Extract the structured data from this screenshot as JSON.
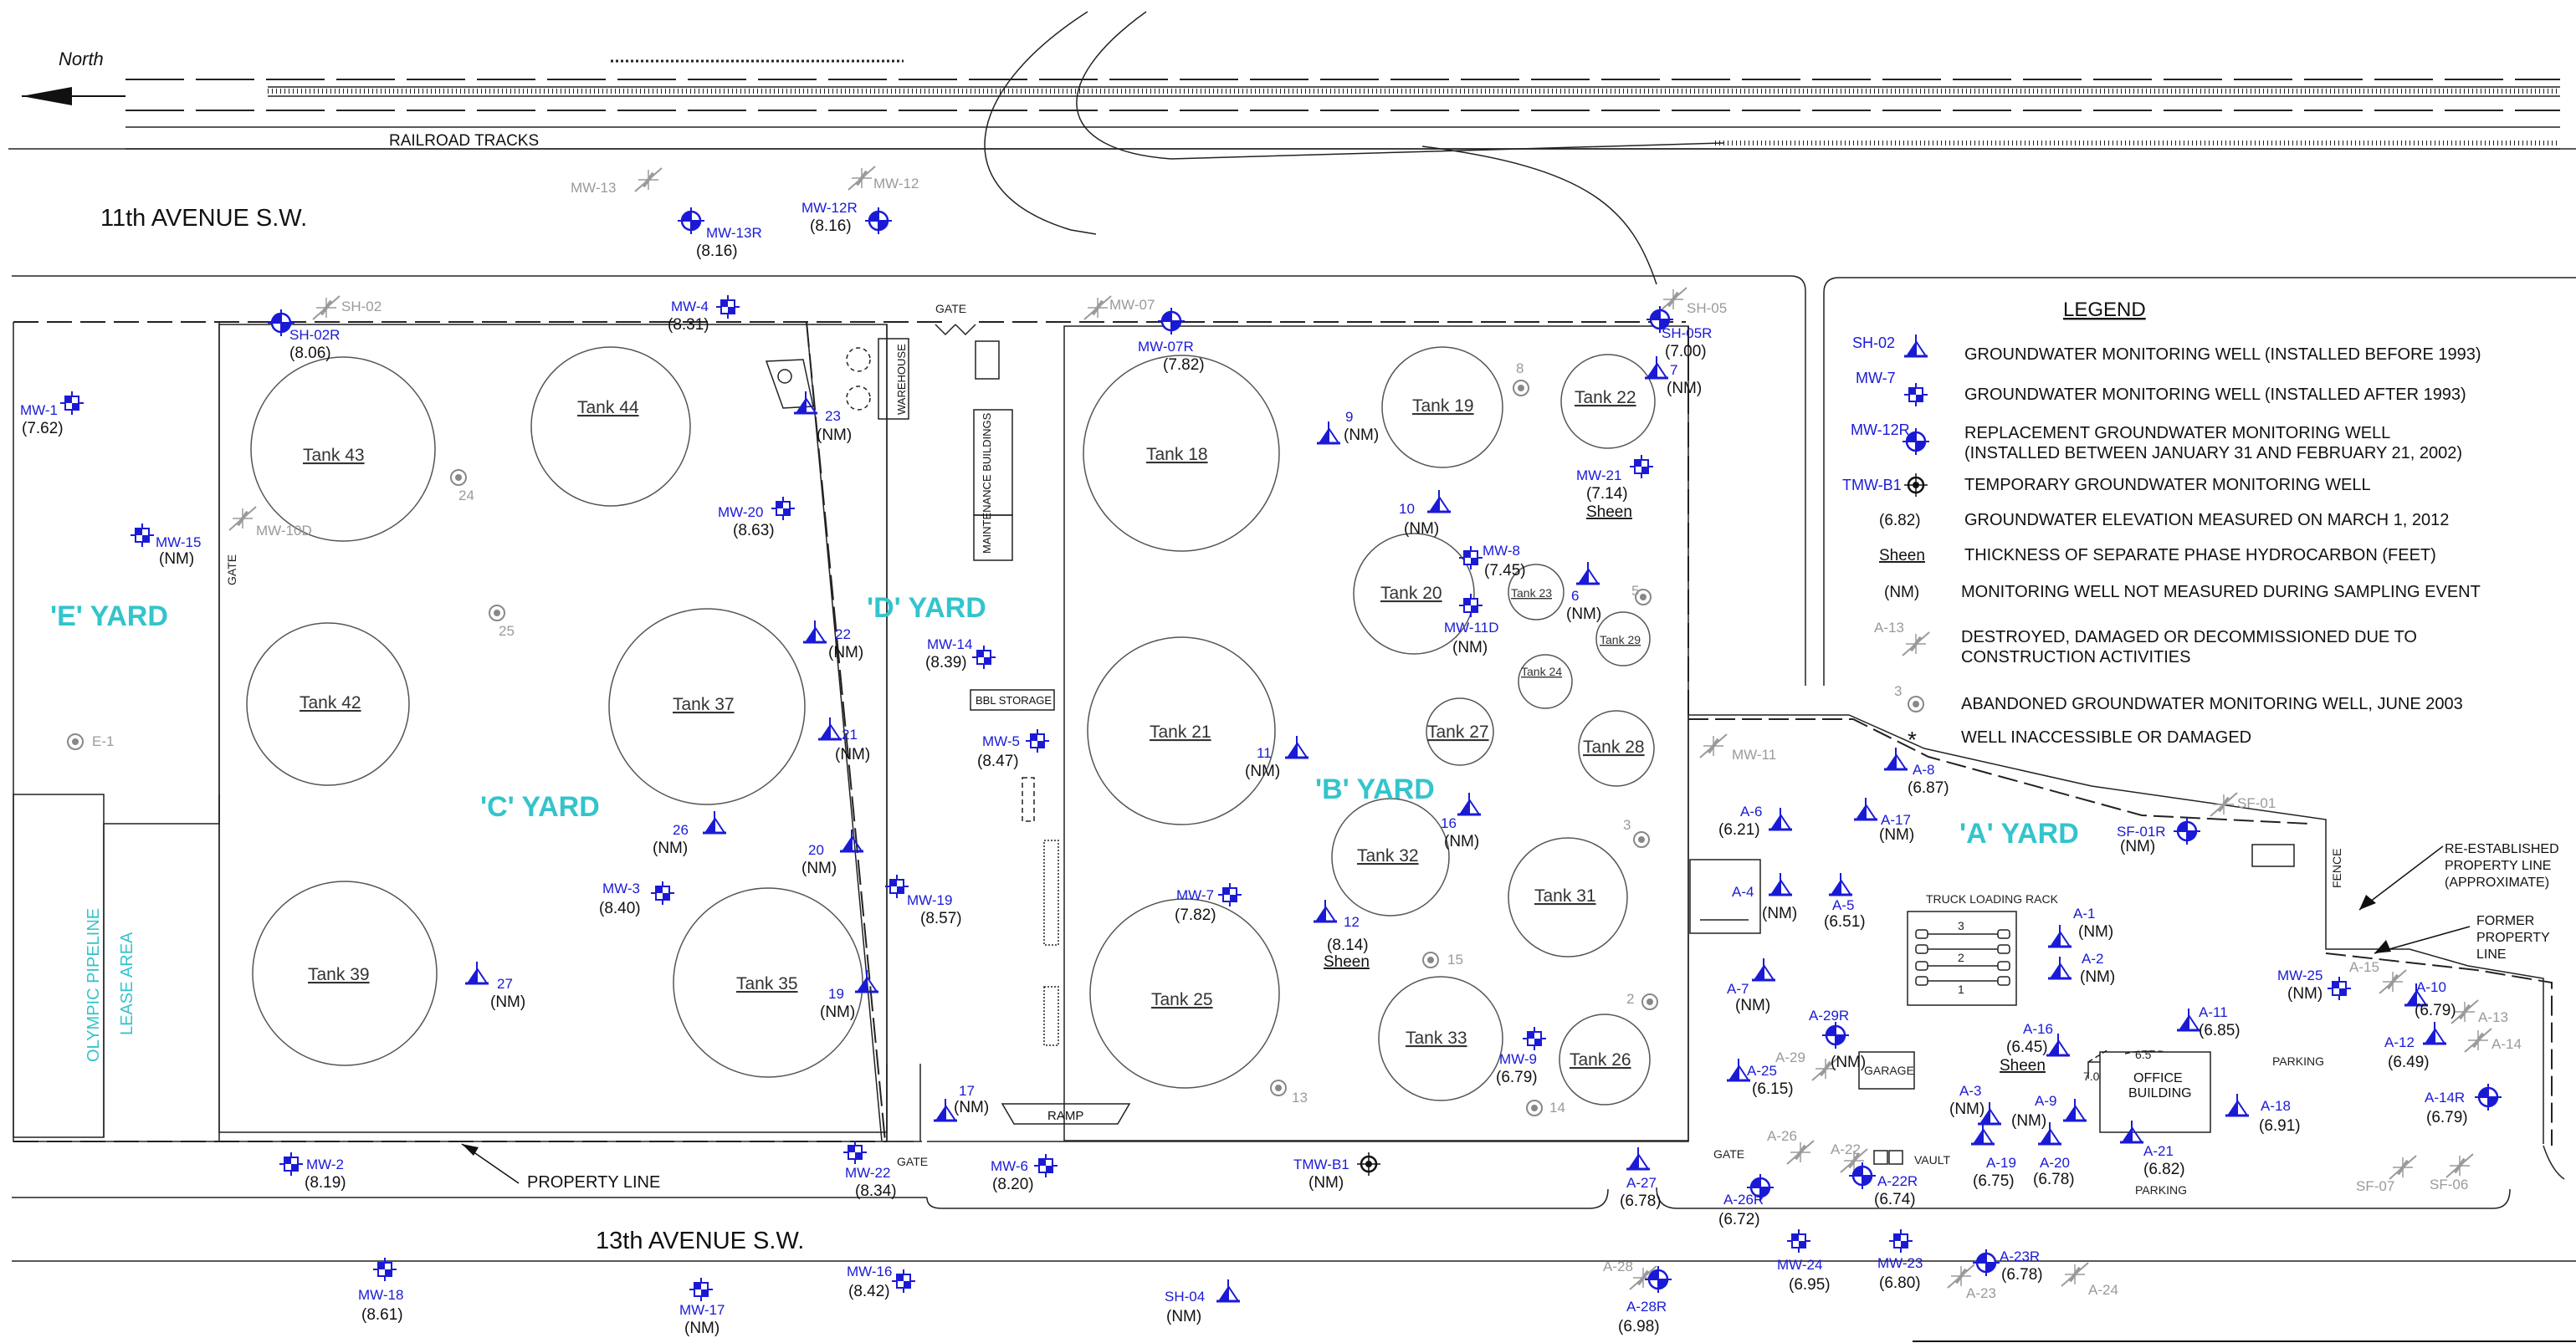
{
  "north_label": "North",
  "railroad_label": "RAILROAD TRACKS",
  "streets": {
    "north": "11th  AVENUE  S.W.",
    "south": "13th  AVENUE  S.W."
  },
  "yards": {
    "e": "'E' YARD",
    "c": "'C' YARD",
    "d": "'D' YARD",
    "b": "'B' YARD",
    "a": "'A' YARD"
  },
  "labels": {
    "gate": "GATE",
    "property_line": "PROPERTY LINE",
    "olympic_1": "OLYMPIC PIPELINE",
    "olympic_2": "LEASE AREA",
    "warehouse": "WAREHOUSE",
    "maintenance": "MAINTENANCE BUILDINGS",
    "bbl_storage": "BBL STORAGE",
    "ramp": "RAMP",
    "truck_rack": "TRUCK LOADING RACK",
    "office_1": "OFFICE",
    "office_2": "BUILDING",
    "garage": "GARAGE",
    "vault": "VAULT",
    "parking": "PARKING",
    "fence": "FENCE",
    "reestablished_1": "RE-ESTABLISHED",
    "reestablished_2": "PROPERTY LINE",
    "reestablished_3": "(APPROXIMATE)",
    "former_1": "FORMER",
    "former_2": "PROPERTY",
    "former_3": "LINE",
    "e1": "E-1",
    "rack_1": "1",
    "rack_2": "2",
    "rack_3": "3",
    "elev_65": "6.5",
    "elev_70": "7.0"
  },
  "tanks": [
    "Tank  43",
    "Tank  44",
    "Tank  42",
    "Tank  37",
    "Tank  39",
    "Tank  35",
    "Tank  18",
    "Tank  19",
    "Tank  22",
    "Tank  20",
    "Tank  23",
    "Tank  29",
    "Tank  24",
    "Tank  21",
    "Tank  27",
    "Tank  28",
    "Tank  32",
    "Tank  31",
    "Tank  25",
    "Tank  33",
    "Tank  26"
  ],
  "wells": [
    {
      "id": "MW-1",
      "val": "(7.62)"
    },
    {
      "id": "MW-15",
      "val": "(NM)"
    },
    {
      "id": "SH-02R",
      "val": "(8.06)"
    },
    {
      "id": "MW-4",
      "val": "(8.31)"
    },
    {
      "id": "MW-13R",
      "val": "(8.16)"
    },
    {
      "id": "MW-12R",
      "val": "(8.16)"
    },
    {
      "id": "23",
      "val": "(NM)"
    },
    {
      "id": "MW-20",
      "val": "(8.63)"
    },
    {
      "id": "22",
      "val": "(NM)"
    },
    {
      "id": "21",
      "val": "(NM)"
    },
    {
      "id": "26",
      "val": "(NM)"
    },
    {
      "id": "20",
      "val": "(NM)"
    },
    {
      "id": "MW-3",
      "val": "(8.40)"
    },
    {
      "id": "MW-19",
      "val": "(8.57)"
    },
    {
      "id": "27",
      "val": "(NM)"
    },
    {
      "id": "19",
      "val": "(NM)"
    },
    {
      "id": "MW-14",
      "val": "(8.39)"
    },
    {
      "id": "MW-5",
      "val": "(8.47)"
    },
    {
      "id": "17",
      "val": "(NM)"
    },
    {
      "id": "MW-2",
      "val": "(8.19)"
    },
    {
      "id": "MW-22",
      "val": "(8.34)"
    },
    {
      "id": "MW-6",
      "val": "(8.20)"
    },
    {
      "id": "MW-07R",
      "val": "(7.82)"
    },
    {
      "id": "9",
      "val": "(NM)"
    },
    {
      "id": "10",
      "val": "(NM)"
    },
    {
      "id": "MW-8",
      "val": "(7.45)"
    },
    {
      "id": "MW-11D",
      "val": "(NM)"
    },
    {
      "id": "6",
      "val": "(NM)"
    },
    {
      "id": "MW-21",
      "val": "(7.14)"
    },
    {
      "id": "SH-05R",
      "val": "(7.00)"
    },
    {
      "id": "7",
      "val": "(NM)"
    },
    {
      "id": "11",
      "val": "(NM)"
    },
    {
      "id": "16",
      "val": "(NM)"
    },
    {
      "id": "MW-7",
      "val": "(7.82)"
    },
    {
      "id": "12",
      "val": "(8.14)"
    },
    {
      "id": "MW-9",
      "val": "(6.79)"
    },
    {
      "id": "TMW-B1",
      "val": "(NM)"
    },
    {
      "id": "A-8",
      "val": "(6.87)"
    },
    {
      "id": "A-6",
      "val": "(6.21)"
    },
    {
      "id": "A-17",
      "val": "(NM)"
    },
    {
      "id": "SF-01R",
      "val": "(NM)"
    },
    {
      "id": "A-4",
      "val": "(NM)"
    },
    {
      "id": "A-5",
      "val": "(6.51)"
    },
    {
      "id": "A-1",
      "val": "(NM)"
    },
    {
      "id": "A-2",
      "val": "(NM)"
    },
    {
      "id": "A-7",
      "val": "(NM)"
    },
    {
      "id": "A-11",
      "val": "(6.85)"
    },
    {
      "id": "MW-25",
      "val": "(NM)"
    },
    {
      "id": "A-10",
      "val": "(6.79)"
    },
    {
      "id": "A-12",
      "val": "(6.49)"
    },
    {
      "id": "A-29R",
      "val": "(NM)"
    },
    {
      "id": "A-16",
      "val": "(6.45)"
    },
    {
      "id": "A-25",
      "val": "(6.15)"
    },
    {
      "id": "A-3",
      "val": "(NM)"
    },
    {
      "id": "A-9",
      "val": "(NM)"
    },
    {
      "id": "A-18",
      "val": "(6.91)"
    },
    {
      "id": "A-14R",
      "val": "(6.79)"
    },
    {
      "id": "A-19",
      "val": "(6.75)"
    },
    {
      "id": "A-20",
      "val": "(6.78)"
    },
    {
      "id": "A-21",
      "val": "(6.82)"
    },
    {
      "id": "A-27",
      "val": "(6.78)"
    },
    {
      "id": "A-26R",
      "val": "(6.72)"
    },
    {
      "id": "A-22R",
      "val": "(6.74)"
    },
    {
      "id": "MW-24",
      "val": "(6.95)"
    },
    {
      "id": "MW-23",
      "val": "(6.80)"
    },
    {
      "id": "A-23R",
      "val": "(6.78)"
    },
    {
      "id": "A-28R",
      "val": "(6.98)"
    },
    {
      "id": "MW-18",
      "val": "(8.61)"
    },
    {
      "id": "MW-17",
      "val": "(NM)"
    },
    {
      "id": "MW-16",
      "val": "(8.42)"
    },
    {
      "id": "SH-04",
      "val": "(NM)"
    }
  ],
  "sheen_label": "Sheen",
  "gray_wells": [
    "MW-13",
    "MW-12",
    "SH-02",
    "MW-10D",
    "MW-07",
    "SH-05",
    "MW-11",
    "SF-01",
    "A-13",
    "A-14",
    "A-15",
    "A-29",
    "A-26",
    "A-22",
    "SF-07",
    "SF-06",
    "A-28",
    "A-23",
    "A-24",
    "24",
    "25",
    "8",
    "5",
    "3",
    "15",
    "2",
    "13",
    "14"
  ],
  "legend": {
    "title": "LEGEND",
    "items": [
      {
        "sym": "SH-02",
        "text": "GROUNDWATER MONITORING WELL (INSTALLED BEFORE 1993)"
      },
      {
        "sym": "MW-7",
        "text": "GROUNDWATER MONITORING WELL (INSTALLED AFTER 1993)"
      },
      {
        "sym": "MW-12R",
        "text": "REPLACEMENT GROUNDWATER MONITORING WELL",
        "text2": "(INSTALLED BETWEEN JANUARY 31 AND FEBRUARY 21, 2002)"
      },
      {
        "sym": "TMW-B1",
        "text": "TEMPORARY GROUNDWATER MONITORING WELL"
      },
      {
        "sym": "(6.82)",
        "text": "GROUNDWATER ELEVATION MEASURED ON MARCH 1, 2012"
      },
      {
        "sym": "Sheen",
        "text": "THICKNESS OF SEPARATE PHASE HYDROCARBON (FEET)"
      },
      {
        "sym": "(NM)",
        "text": "MONITORING WELL NOT MEASURED DURING SAMPLING EVENT"
      },
      {
        "sym": "A-13",
        "text": "DESTROYED, DAMAGED OR DECOMMISSIONED DUE TO",
        "text2": "CONSTRUCTION ACTIVITIES"
      },
      {
        "sym": "3",
        "text": "ABANDONED GROUNDWATER MONITORING WELL, JUNE 2003"
      },
      {
        "sym": "*",
        "text": "WELL INACCESSIBLE OR DAMAGED"
      }
    ]
  },
  "colors": {
    "well_blue": "#1a1ad6",
    "yard_cyan": "#33c4cc",
    "destroyed_gray": "#9a9a9a"
  }
}
